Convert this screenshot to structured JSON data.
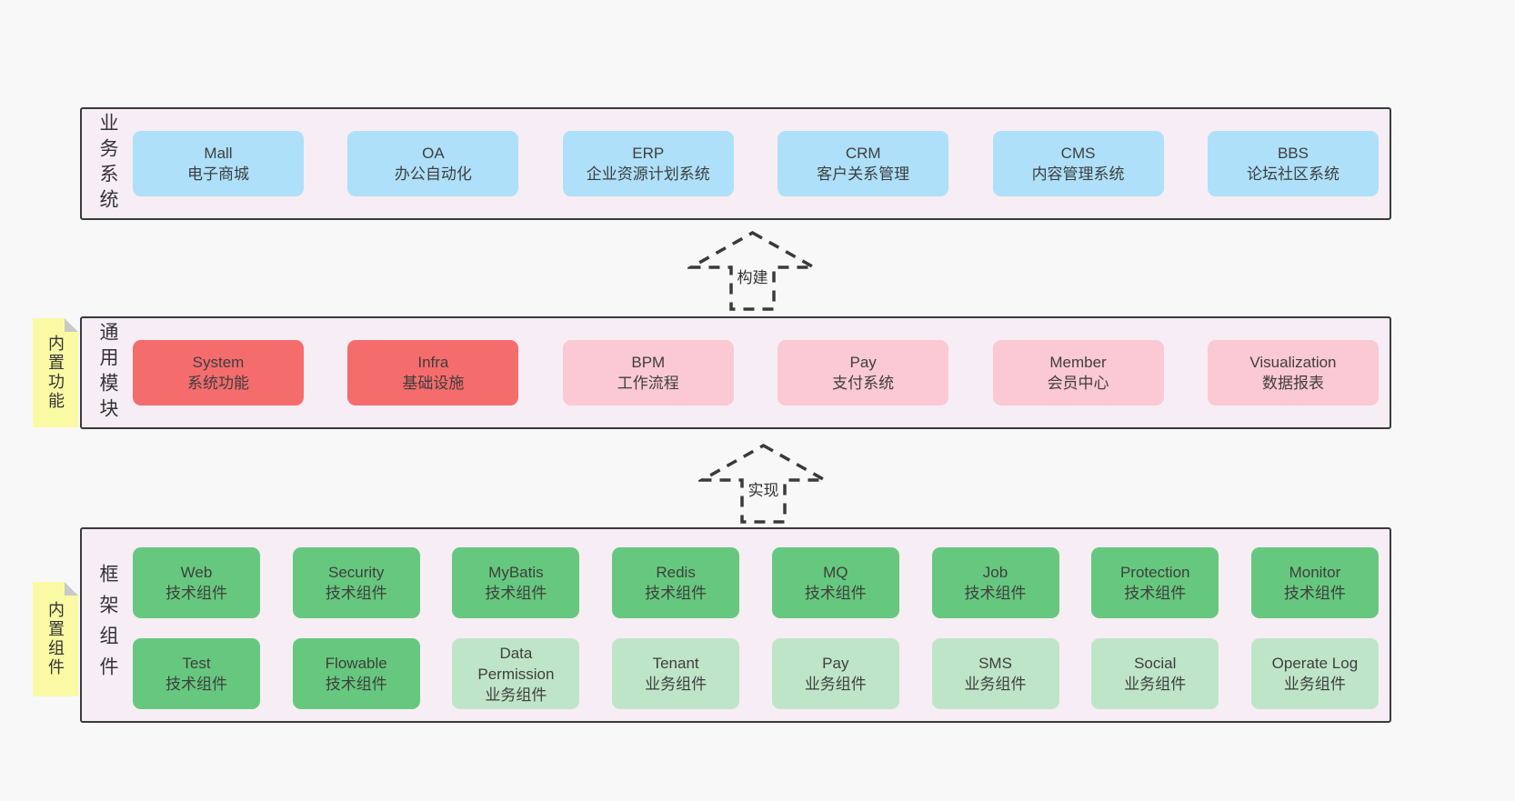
{
  "diagram": {
    "arrows": {
      "build": "构建",
      "implement": "实现"
    },
    "colors": {
      "page_bg": "#f8f8f8",
      "layer_bg": "#f7edf5",
      "layer_border": "#3a3a3a",
      "blue_box": "#aee0f9",
      "red_box": "#f56c6c",
      "pink_box": "#fbc9d3",
      "green_box": "#66c87e",
      "light_green_box": "#bfe5c8",
      "sticky_yellow": "#fafaa5",
      "sticky_fold": "#c9c9c9"
    },
    "layers": {
      "business": {
        "side_label": "业务系统",
        "boxes": [
          {
            "title": "Mall",
            "subtitle": "电子商城"
          },
          {
            "title": "OA",
            "subtitle": "办公自动化"
          },
          {
            "title": "ERP",
            "subtitle": "企业资源计划系统"
          },
          {
            "title": "CRM",
            "subtitle": "客户关系管理"
          },
          {
            "title": "CMS",
            "subtitle": "内容管理系统"
          },
          {
            "title": "BBS",
            "subtitle": "论坛社区系统"
          }
        ]
      },
      "modules": {
        "side_label": "通用模块",
        "sticky_label": "内置功能",
        "boxes": [
          {
            "title": "System",
            "subtitle": "系统功能",
            "variant": "red"
          },
          {
            "title": "Infra",
            "subtitle": "基础设施",
            "variant": "red"
          },
          {
            "title": "BPM",
            "subtitle": "工作流程",
            "variant": "pink"
          },
          {
            "title": "Pay",
            "subtitle": "支付系统",
            "variant": "pink"
          },
          {
            "title": "Member",
            "subtitle": "会员中心",
            "variant": "pink"
          },
          {
            "title": "Visualization",
            "subtitle": "数据报表",
            "variant": "pink"
          }
        ]
      },
      "framework": {
        "side_label": "框架组件",
        "sticky_label": "内置组件",
        "row1": [
          {
            "title": "Web",
            "subtitle": "技术组件",
            "variant": "green"
          },
          {
            "title": "Security",
            "subtitle": "技术组件",
            "variant": "green"
          },
          {
            "title": "MyBatis",
            "subtitle": "技术组件",
            "variant": "green"
          },
          {
            "title": "Redis",
            "subtitle": "技术组件",
            "variant": "green"
          },
          {
            "title": "MQ",
            "subtitle": "技术组件",
            "variant": "green"
          },
          {
            "title": "Job",
            "subtitle": "技术组件",
            "variant": "green"
          },
          {
            "title": "Protection",
            "subtitle": "技术组件",
            "variant": "green"
          },
          {
            "title": "Monitor",
            "subtitle": "技术组件",
            "variant": "green"
          }
        ],
        "row2": [
          {
            "title": "Test",
            "subtitle": "技术组件",
            "variant": "green"
          },
          {
            "title": "Flowable",
            "subtitle": "技术组件",
            "variant": "green"
          },
          {
            "title": "Data Permission",
            "subtitle": "业务组件",
            "variant": "lightgreen"
          },
          {
            "title": "Tenant",
            "subtitle": "业务组件",
            "variant": "lightgreen"
          },
          {
            "title": "Pay",
            "subtitle": "业务组件",
            "variant": "lightgreen"
          },
          {
            "title": "SMS",
            "subtitle": "业务组件",
            "variant": "lightgreen"
          },
          {
            "title": "Social",
            "subtitle": "业务组件",
            "variant": "lightgreen"
          },
          {
            "title": "Operate Log",
            "subtitle": "业务组件",
            "variant": "lightgreen"
          }
        ]
      }
    }
  }
}
